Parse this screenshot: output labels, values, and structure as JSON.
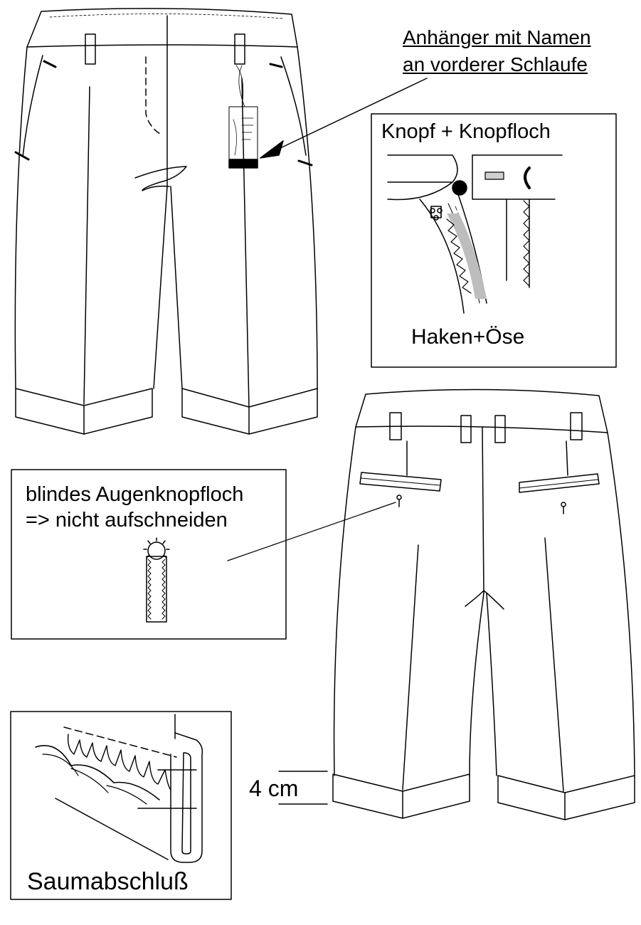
{
  "labels": {
    "tag_line1": "Anhänger mit Namen",
    "tag_line2": "an vorderer Schlaufe",
    "button_title": "Knopf + Knopfloch",
    "hook_label": "Haken+Öse",
    "blind_line1": "blindes Augenknopfloch",
    "blind_line2": "=> nicht aufschneiden",
    "hem_label": "Saumabschluß",
    "hem_measure": "4 cm"
  },
  "colors": {
    "ink": "#000000",
    "background": "#ffffff",
    "zipper_fill": "#bdbdbd"
  }
}
